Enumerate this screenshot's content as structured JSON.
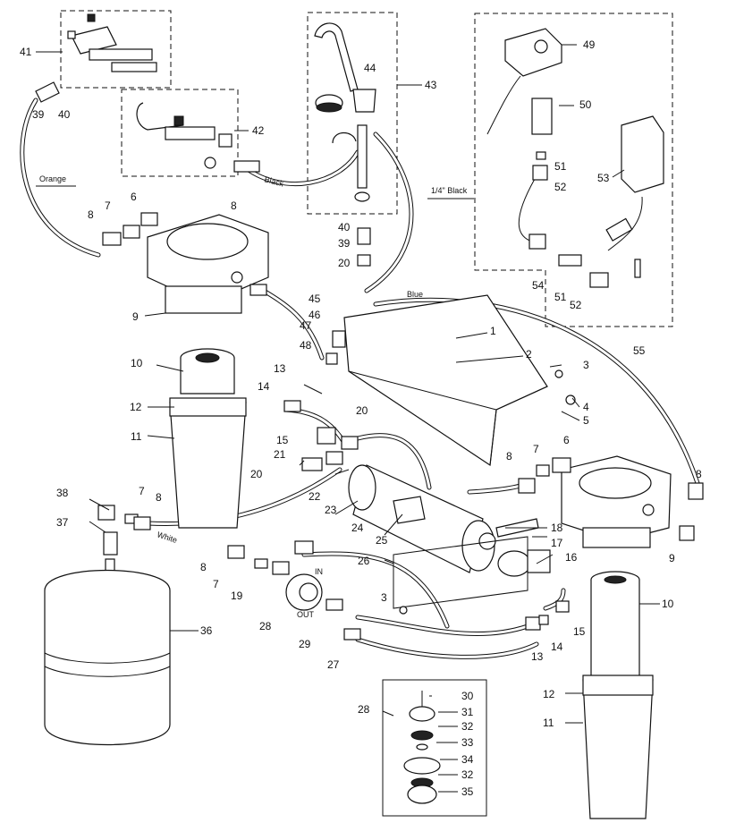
{
  "tube_labels": {
    "orange": "Orange",
    "black": "Black",
    "quarter_black": "1/4\" Black",
    "blue": "Blue",
    "white": "White",
    "in": "IN",
    "out": "OUT"
  },
  "callouts": {
    "c1": "1",
    "c2": "2",
    "c3a": "3",
    "c3b": "3",
    "c4": "4",
    "c5": "5",
    "c6a": "6",
    "c6b": "6",
    "c7a": "7",
    "c7b": "7",
    "c7c": "7",
    "c7d": "7",
    "c8a": "8",
    "c8b": "8",
    "c8c": "8",
    "c8d": "8",
    "c8e": "8",
    "c8f": "8",
    "c9a": "9",
    "c9b": "9",
    "c10a": "10",
    "c10b": "10",
    "c11a": "11",
    "c11b": "11",
    "c12a": "12",
    "c12b": "12",
    "c13a": "13",
    "c13b": "13",
    "c14a": "14",
    "c14b": "14",
    "c15a": "15",
    "c15b": "15",
    "c16": "16",
    "c17": "17",
    "c18": "18",
    "c19": "19",
    "c20a": "20",
    "c20b": "20",
    "c20c": "20",
    "c21": "21",
    "c22": "22",
    "c23": "23",
    "c24": "24",
    "c25": "25",
    "c26": "26",
    "c27": "27",
    "c28a": "28",
    "c28b": "28",
    "c29": "29",
    "c30": "30",
    "c31": "31",
    "c32a": "32",
    "c32b": "32",
    "c33": "33",
    "c34": "34",
    "c35": "35",
    "c36": "36",
    "c37": "37",
    "c38": "38",
    "c39a": "39",
    "c39b": "39",
    "c40a": "40",
    "c40b": "40",
    "c41": "41",
    "c42": "42",
    "c43": "43",
    "c44": "44",
    "c45": "45",
    "c46": "46",
    "c47": "47",
    "c48": "48",
    "c49": "49",
    "c50": "50",
    "c51a": "51",
    "c51b": "51",
    "c52a": "52",
    "c52b": "52",
    "c53": "53",
    "c54": "54",
    "c55": "55"
  }
}
